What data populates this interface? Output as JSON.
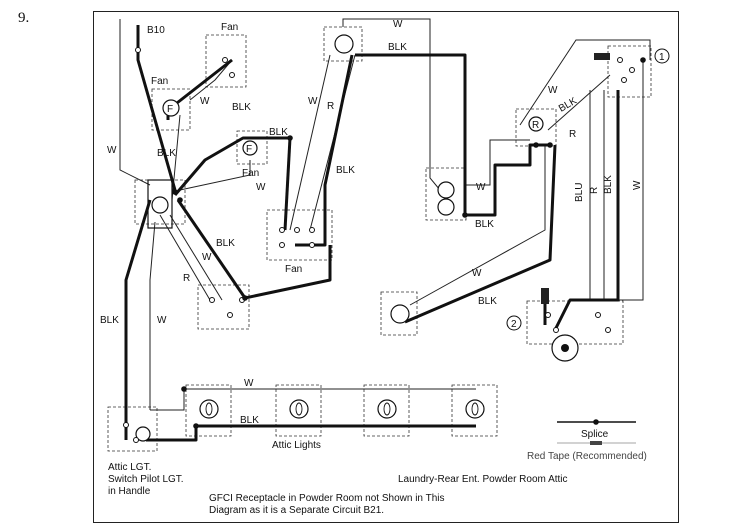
{
  "problem_number": "9.",
  "labels": {
    "b10": "B10",
    "fan_top": "Fan",
    "fan_left": "Fan",
    "fan_mid": "Fan",
    "fan_switch": "Fan",
    "fan_symbol": "F",
    "receptacle_symbol": "R",
    "w": "W",
    "blk": "BLK",
    "r": "R",
    "blu": "BLU",
    "attic_lights": "Attic Lights",
    "attic_lgt": "Attic LGT.",
    "switch_pilot": "Switch Pilot LGT.",
    "in_handle": "in Handle",
    "laundry": "Laundry-Rear Ent. Powder Room Attic",
    "gfci_note_1": "GFCI Receptacle in Powder Room not Shown in This",
    "gfci_note_2": "Diagram as it is a Separate Circuit B21.",
    "circle_1": "1",
    "circle_2": "2"
  },
  "legend": {
    "splice": "Splice",
    "red_tape": "Red Tape (Recommended)"
  }
}
